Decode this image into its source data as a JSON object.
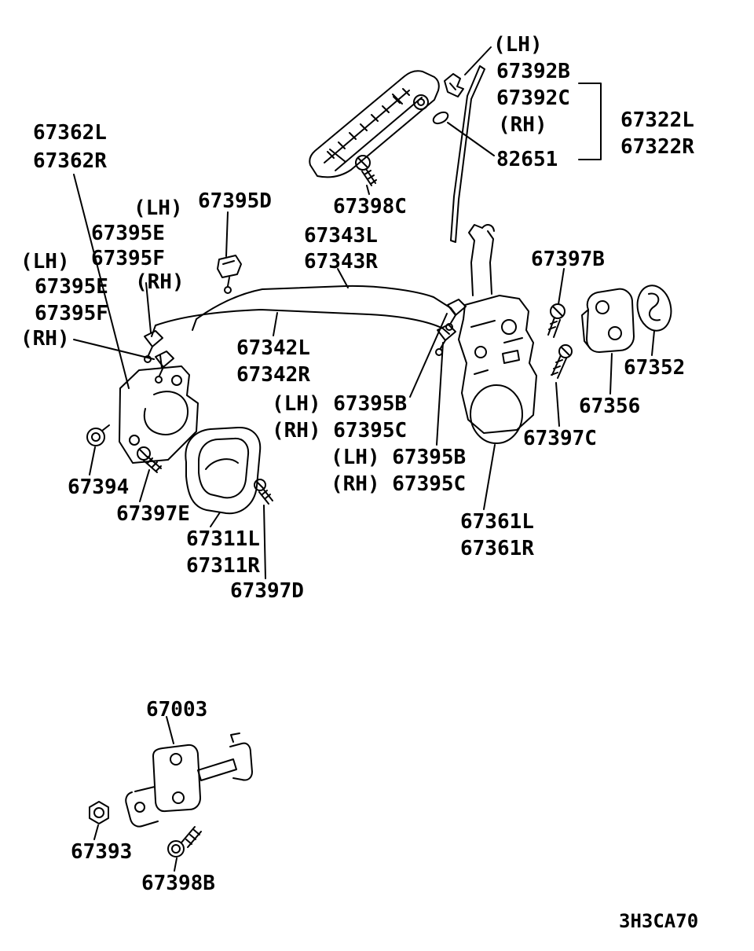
{
  "diagram": {
    "drawing_code": "3H3CA70"
  },
  "labels": [
    {
      "text": "(LH)"
    },
    {
      "text": "67392B"
    },
    {
      "text": "67392C"
    },
    {
      "text": "(RH)"
    },
    {
      "text": "82651"
    },
    {
      "text": "67322L"
    },
    {
      "text": "67322R"
    },
    {
      "text": "67362L"
    },
    {
      "text": "67362R"
    },
    {
      "text": "(LH)"
    },
    {
      "text": "67395E"
    },
    {
      "text": "67395F"
    },
    {
      "text": "(RH)"
    },
    {
      "text": "67395D"
    },
    {
      "text": "(LH)"
    },
    {
      "text": "67395E"
    },
    {
      "text": "67395F"
    },
    {
      "text": "(RH)"
    },
    {
      "text": "67398C"
    },
    {
      "text": "67343L"
    },
    {
      "text": "67343R"
    },
    {
      "text": "67397B"
    },
    {
      "text": "67342L"
    },
    {
      "text": "67342R"
    },
    {
      "text": "67352"
    },
    {
      "text": "(LH) 67395B"
    },
    {
      "text": "(RH) 67395C"
    },
    {
      "text": "67356"
    },
    {
      "text": "67397C"
    },
    {
      "text": "(LH) 67395B"
    },
    {
      "text": "(RH) 67395C"
    },
    {
      "text": "67394"
    },
    {
      "text": "67397E"
    },
    {
      "text": "67311L"
    },
    {
      "text": "67311R"
    },
    {
      "text": "67397D"
    },
    {
      "text": "67361L"
    },
    {
      "text": "67361R"
    },
    {
      "text": "67003"
    },
    {
      "text": "67393"
    },
    {
      "text": "67398B"
    }
  ]
}
